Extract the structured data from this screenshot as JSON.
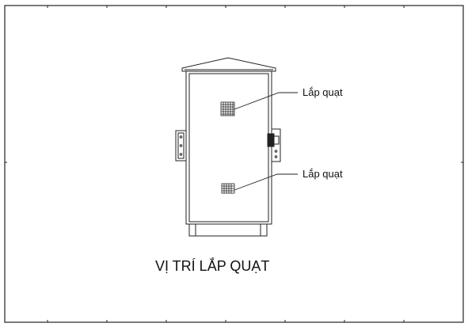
{
  "drawing": {
    "title": "VỊ TRÍ LẮP QUẠT",
    "callouts": [
      {
        "label": "Lắp quạt"
      },
      {
        "label": "Lắp quạt"
      }
    ]
  },
  "colors": {
    "line": "#222222",
    "background": "#ffffff"
  }
}
